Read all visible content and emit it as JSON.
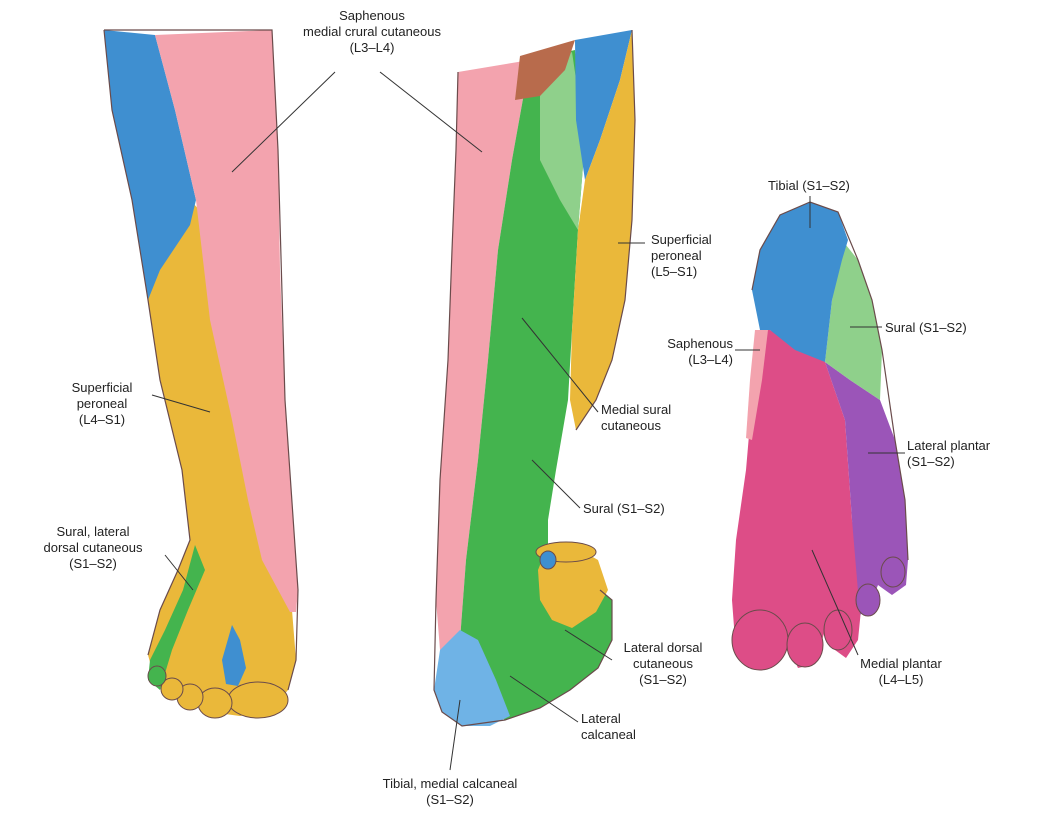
{
  "colors": {
    "saphenous_pink": "#f3a3ae",
    "peroneal_yellow": "#eab83a",
    "tibial_blue": "#3f8fd0",
    "sural_green": "#44b44e",
    "sural_light_green": "#8fd08b",
    "medial_plantar_magenta": "#dd4d87",
    "lateral_plantar_purple": "#9b55b8",
    "brown": "#b86b4c",
    "outline": "#6a4b4b",
    "leader": "#333333"
  },
  "labels": {
    "saphenous_top": [
      "Saphenous",
      "medial crural cutaneous",
      "(L3–L4)"
    ],
    "tibial_sole": [
      "Tibial (S1–S2)"
    ],
    "superficial_peroneal_right": [
      "Superficial",
      "peroneal",
      "(L5–S1)"
    ],
    "saphenous_sole": [
      "Saphenous",
      "(L3–L4)"
    ],
    "sural_sole": [
      "Sural (S1–S2)"
    ],
    "superficial_peroneal_left": [
      "Superficial",
      "peroneal",
      "(L4–S1)"
    ],
    "medial_sural": [
      "Medial sural",
      "cutaneous"
    ],
    "lateral_plantar": [
      "Lateral plantar",
      "(S1–S2)"
    ],
    "sural_lateral_dorsal": [
      "Sural, lateral",
      "dorsal cutaneous",
      "(S1–S2)"
    ],
    "sural_middle": [
      "Sural (S1–S2)"
    ],
    "lateral_dorsal_cutaneous": [
      "Lateral dorsal",
      "cutaneous",
      "(S1–S2)"
    ],
    "medial_plantar": [
      "Medial plantar",
      "(L4–L5)"
    ],
    "lateral_calcaneal": [
      "Lateral",
      "calcaneal"
    ],
    "tibial_medial_calcaneal": [
      "Tibial, medial calcaneal",
      "(S1–S2)"
    ]
  }
}
